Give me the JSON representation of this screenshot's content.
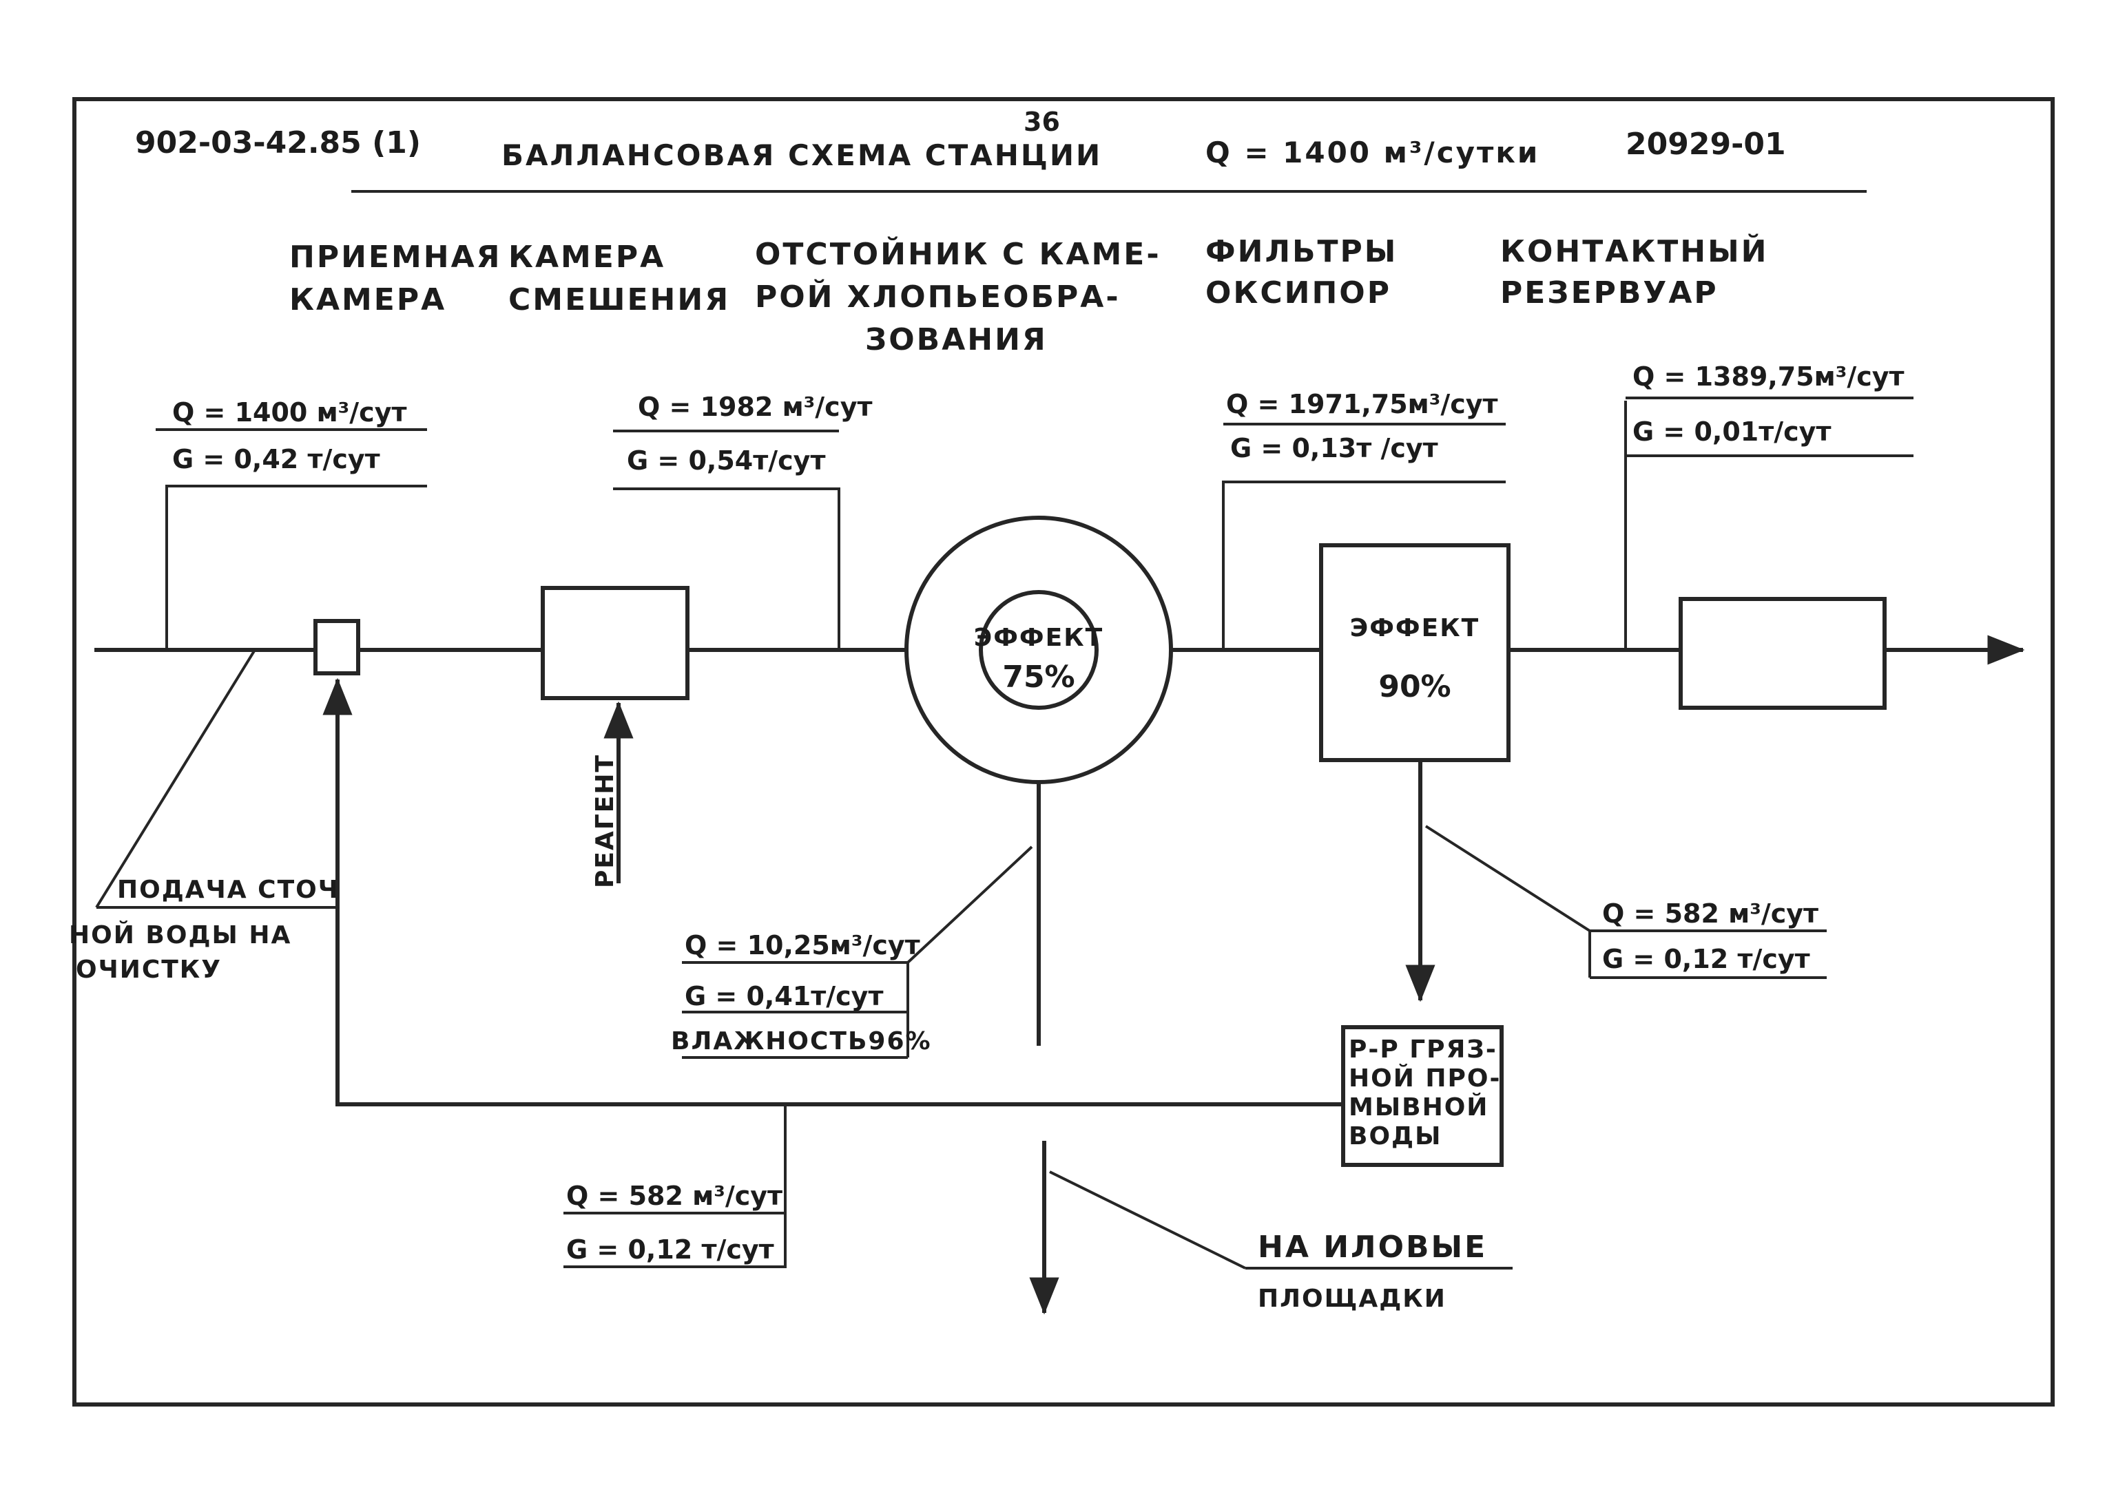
{
  "header": {
    "doc_code": "902-03-42.85 (1)",
    "page_number": "36",
    "title": "БАЛЛАНСОВАЯ  СХЕМА  СТАНЦИИ",
    "capacity": "Q = 1400 м³/сутки",
    "sheet_code": "20929-01"
  },
  "stages": {
    "receiving": [
      "ПРИЕМНАЯ",
      "КАМЕРА"
    ],
    "mixing": [
      "КАМЕРА",
      "СМЕШЕНИЯ"
    ],
    "settler": [
      "ОТСТОЙНИК С КАМЕ-",
      "РОЙ ХЛОПЬЕОБРА-",
      "ЗОВАНИЯ"
    ],
    "filters": [
      "ФИЛЬТРЫ",
      "ОКСИПОР"
    ],
    "contact": [
      "КОНТАКТНЫЙ",
      "РЕЗЕРВУАР"
    ]
  },
  "flows": {
    "inlet": {
      "q": "Q = 1400 м³/сут",
      "g": "G = 0,42 т/сут"
    },
    "after_mixing": {
      "q": "Q = 1982 м³/сут",
      "g": "G = 0,54т/сут"
    },
    "after_settler": {
      "q": "Q = 1971,75м³/сут",
      "g": "G = 0,13т /сут"
    },
    "outlet": {
      "q": "Q = 1389,75м³/сут",
      "g": "G = 0,01т/сут"
    },
    "sludge": {
      "q": "Q = 10,25м³/сут",
      "g": "G = 0,41т/сут",
      "moisture": "ВЛАЖНОСТЬ96%"
    },
    "backwash": {
      "q": "Q = 582 м³/сут",
      "g": "G = 0,12 т/сут"
    },
    "recycle": {
      "q": "Q = 582 м³/сут",
      "g": "G = 0,12 т/сут"
    }
  },
  "effects": {
    "settler": [
      "ЭФФЕКТ",
      "75%"
    ],
    "filters": [
      "ЭФФЕКТ",
      "90%"
    ]
  },
  "labels": {
    "reagent": "РЕАГЕНТ",
    "inlet_note": [
      "ПОДАЧА СТОЧ",
      "НОЙ ВОДЫ НА",
      "ОЧИСТКУ"
    ],
    "dirty_water_tank": [
      "Р-Р ГРЯЗ-",
      "НОЙ ПРО-",
      "МЫВНОЙ",
      "ВОДЫ"
    ],
    "sludge_beds": [
      "НА ИЛОВЫЕ",
      "ПЛОЩАДКИ"
    ]
  }
}
